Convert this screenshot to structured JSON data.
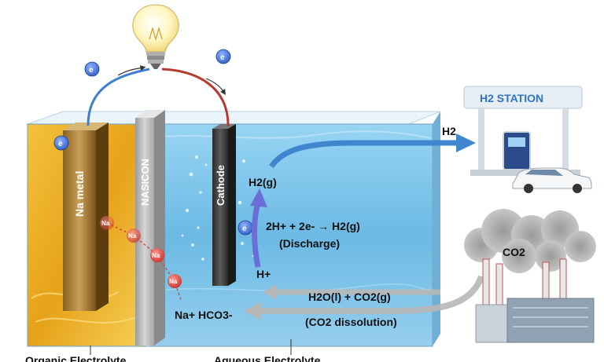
{
  "station": {
    "sign": "H2 STATION"
  },
  "flow": {
    "h2_label": "H2"
  },
  "electrons": {
    "symbol": "e"
  },
  "ions": {
    "na": "Na"
  },
  "components": {
    "anode": "Na metal",
    "separator": "NASICON",
    "cathode": "Cathode"
  },
  "species": {
    "h2_gas": "H2(g)",
    "h_plus": "H+",
    "co2": "CO2",
    "sodium_bicarbonate": "Na+ HCO3-"
  },
  "reactions": {
    "discharge_eq": "2H+ + 2e- → H2(g)",
    "discharge_label": "(Discharge)",
    "dissolution_eq": "H2O(l) + CO2(g)",
    "dissolution_label": "(CO2 dissolution)"
  },
  "bottom_labels": {
    "organic": "Organic Electrolyte",
    "aqueous": "Aqueous Electrolyte"
  },
  "colors": {
    "organic_electrolyte": "#e6a21a",
    "aqueous_electrolyte": "#5fb4e2",
    "nasicon": "#c9c9c9",
    "cathode": "#3a3a3a",
    "electron": "#2f5fc8",
    "na_ion": "#d9453c",
    "arrow_blue": "#3f86cf",
    "arrow_grey": "#b7b7b7"
  }
}
